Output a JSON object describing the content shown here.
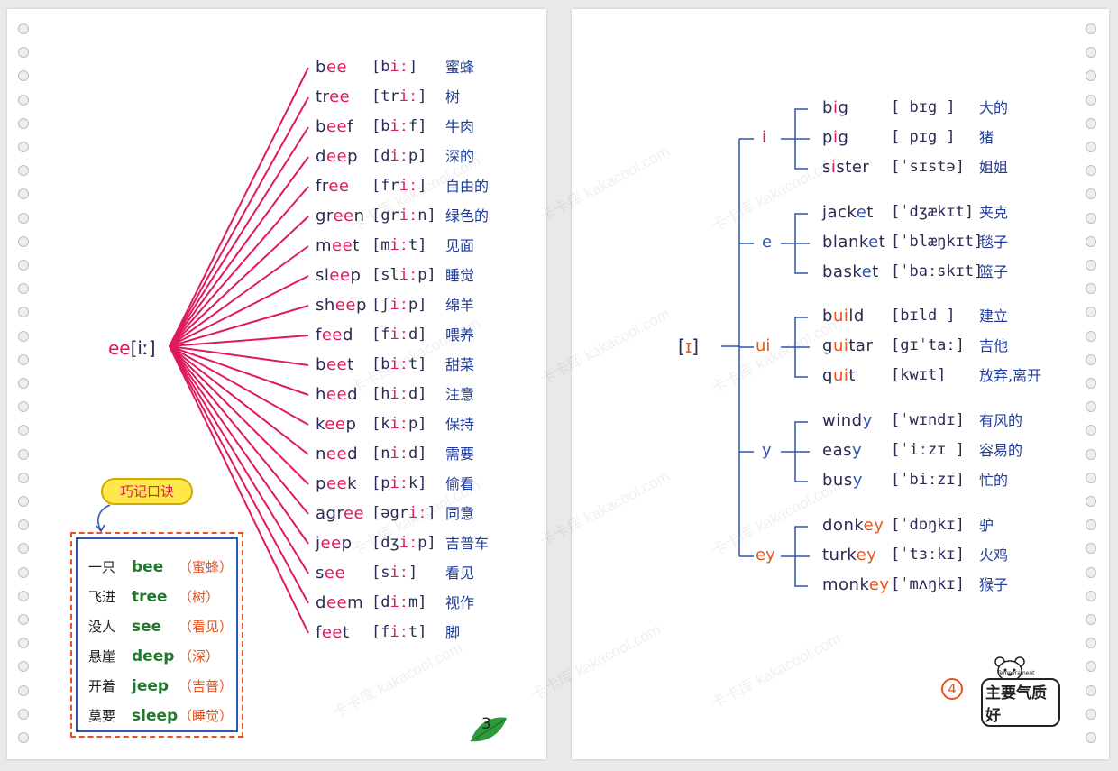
{
  "left_page": {
    "root": {
      "letters": "ee",
      "ipa": "[iː]"
    },
    "words": [
      {
        "pre": "b",
        "hl": "ee",
        "post": "",
        "ipa_pre": "[b",
        "ipa_hl": "iː",
        "ipa_post": "]",
        "zh": "蜜蜂"
      },
      {
        "pre": "tr",
        "hl": "ee",
        "post": "",
        "ipa_pre": "[tr",
        "ipa_hl": "iː",
        "ipa_post": "]",
        "zh": "树"
      },
      {
        "pre": "b",
        "hl": "ee",
        "post": "f",
        "ipa_pre": "[b",
        "ipa_hl": "iː",
        "ipa_post": "f]",
        "zh": "牛肉"
      },
      {
        "pre": "d",
        "hl": "ee",
        "post": "p",
        "ipa_pre": "[d",
        "ipa_hl": "iː",
        "ipa_post": "p]",
        "zh": "深的"
      },
      {
        "pre": "fr",
        "hl": "ee",
        "post": "",
        "ipa_pre": "[fr",
        "ipa_hl": "iː",
        "ipa_post": "]",
        "zh": "自由的"
      },
      {
        "pre": "gr",
        "hl": "ee",
        "post": "n",
        "ipa_pre": "[gr",
        "ipa_hl": "iː",
        "ipa_post": "n]",
        "zh": "绿色的"
      },
      {
        "pre": "m",
        "hl": "ee",
        "post": "t",
        "ipa_pre": "[m",
        "ipa_hl": "iː",
        "ipa_post": "t]",
        "zh": "见面"
      },
      {
        "pre": "sl",
        "hl": "ee",
        "post": "p",
        "ipa_pre": "[sl",
        "ipa_hl": "iː",
        "ipa_post": "p]",
        "zh": "睡觉"
      },
      {
        "pre": "sh",
        "hl": "ee",
        "post": "p",
        "ipa_pre": "[ʃ",
        "ipa_hl": "iː",
        "ipa_post": "p]",
        "zh": "绵羊"
      },
      {
        "pre": "f",
        "hl": "ee",
        "post": "d",
        "ipa_pre": "[f",
        "ipa_hl": "iː",
        "ipa_post": "d]",
        "zh": "喂养"
      },
      {
        "pre": "b",
        "hl": "ee",
        "post": "t",
        "ipa_pre": "[b",
        "ipa_hl": "iː",
        "ipa_post": "t]",
        "zh": "甜菜"
      },
      {
        "pre": "h",
        "hl": "ee",
        "post": "d",
        "ipa_pre": "[h",
        "ipa_hl": "iː",
        "ipa_post": "d]",
        "zh": "注意"
      },
      {
        "pre": "k",
        "hl": "ee",
        "post": "p",
        "ipa_pre": "[k",
        "ipa_hl": "iː",
        "ipa_post": "p]",
        "zh": "保持"
      },
      {
        "pre": "n",
        "hl": "ee",
        "post": "d",
        "ipa_pre": "[n",
        "ipa_hl": "iː",
        "ipa_post": "d]",
        "zh": "需要"
      },
      {
        "pre": "p",
        "hl": "ee",
        "post": "k",
        "ipa_pre": "[p",
        "ipa_hl": "iː",
        "ipa_post": "k]",
        "zh": "偷看"
      },
      {
        "pre": "agr",
        "hl": "ee",
        "post": "",
        "ipa_pre": "[əgr",
        "ipa_hl": "iː",
        "ipa_post": "]",
        "zh": "同意"
      },
      {
        "pre": "j",
        "hl": "ee",
        "post": "p",
        "ipa_pre": "[dʒ",
        "ipa_hl": "iː",
        "ipa_post": "p]",
        "zh": "吉普车"
      },
      {
        "pre": "s",
        "hl": "ee",
        "post": "",
        "ipa_pre": "[s",
        "ipa_hl": "iː",
        "ipa_post": "]",
        "zh": "看见"
      },
      {
        "pre": "d",
        "hl": "ee",
        "post": "m",
        "ipa_pre": "[d",
        "ipa_hl": "iː",
        "ipa_post": "m]",
        "zh": "视作"
      },
      {
        "pre": "f",
        "hl": "ee",
        "post": "t",
        "ipa_pre": "[f",
        "ipa_hl": "iː",
        "ipa_post": "t]",
        "zh": "脚"
      }
    ],
    "mnemonic": {
      "badge": "巧记口诀",
      "lines": [
        {
          "pre": "一只",
          "word": "bee",
          "zh": "（蜜蜂）"
        },
        {
          "pre": "飞进",
          "word": "tree",
          "zh": "（树）"
        },
        {
          "pre": "没人",
          "word": "see",
          "zh": "（看见）"
        },
        {
          "pre": "悬崖",
          "word": "deep",
          "zh": "（深）"
        },
        {
          "pre": "开着",
          "word": "jeep",
          "zh": "（吉普）"
        },
        {
          "pre": "莫要",
          "word": "sleep",
          "zh": "（睡觉）"
        }
      ]
    },
    "page_number": "3"
  },
  "right_page": {
    "root": {
      "open": "[",
      "sym": "ɪ",
      "close": "]"
    },
    "groups": [
      {
        "spelling": "i",
        "color": "pink",
        "items": [
          {
            "pre": "b",
            "hl": "i",
            "post": "g",
            "ipa": "[ bɪg ]",
            "zh": "大的"
          },
          {
            "pre": "p",
            "hl": "i",
            "post": "g",
            "ipa": "[ pɪg ]",
            "zh": "猪"
          },
          {
            "pre": "s",
            "hl": "i",
            "post": "ster",
            "ipa": "[ˈsɪstə]",
            "zh": "姐姐"
          }
        ]
      },
      {
        "spelling": "e",
        "color": "blue",
        "items": [
          {
            "pre": "jack",
            "hl": "e",
            "post": "t",
            "ipa": "[ˈdʒækɪt]",
            "zh": "夹克"
          },
          {
            "pre": "blank",
            "hl": "e",
            "post": "t",
            "ipa": "[ˈblæŋkɪt]",
            "zh": "毯子"
          },
          {
            "pre": "bask",
            "hl": "e",
            "post": "t",
            "ipa": "[ˈbaːskɪt]",
            "zh": "篮子"
          }
        ]
      },
      {
        "spelling": "ui",
        "color": "orange",
        "items": [
          {
            "pre": "b",
            "hl": "ui",
            "post": "ld",
            "ipa": "[bɪld ]",
            "zh": "建立"
          },
          {
            "pre": "g",
            "hl": "ui",
            "post": "tar",
            "ipa": "[gɪˈtaː]",
            "zh": "吉他"
          },
          {
            "pre": "q",
            "hl": "ui",
            "post": "t",
            "ipa": "[kwɪt]",
            "zh": "放弃,离开"
          }
        ]
      },
      {
        "spelling": "y",
        "color": "blue",
        "items": [
          {
            "pre": "wind",
            "hl": "y",
            "post": "",
            "ipa": "[ˈwɪndɪ]",
            "zh": "有风的"
          },
          {
            "pre": "eas",
            "hl": "y",
            "post": "",
            "ipa": "[ˈiːzɪ ]",
            "zh": "容易的"
          },
          {
            "pre": "bus",
            "hl": "y",
            "post": "",
            "ipa": "[ˈbiːzɪ]",
            "zh": "忙的"
          }
        ]
      },
      {
        "spelling": "ey",
        "color": "orange",
        "items": [
          {
            "pre": "donk",
            "hl": "ey",
            "post": "",
            "ipa": "[ˈdɒŋkɪ]",
            "zh": "驴"
          },
          {
            "pre": "turk",
            "hl": "ey",
            "post": "",
            "ipa": "[ˈtɜːkɪ]",
            "zh": "火鸡"
          },
          {
            "pre": "monk",
            "hl": "ey",
            "post": "",
            "ipa": "[ˈmʌŋkɪ]",
            "zh": "猴子"
          }
        ]
      }
    ],
    "page_number": "4",
    "logo_text": "主要气质好",
    "logo_small": "Temperament"
  },
  "watermark": "kakacool.com",
  "watermark_cn": "卡卡库",
  "colors": {
    "pink": "#e0195f",
    "orange": "#e8541a",
    "blue": "#2f55b0",
    "ink": "#2a2a55"
  }
}
